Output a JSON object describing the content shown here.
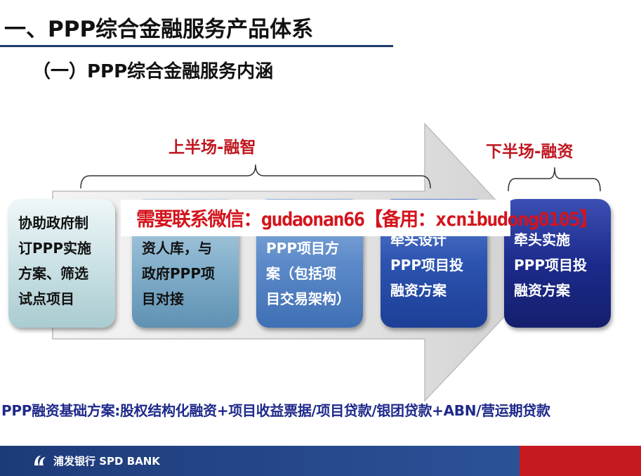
{
  "header": {
    "title": "一、PPP综合金融服务产品体系",
    "subtitle": "（一）PPP综合金融服务内涵"
  },
  "phases": {
    "first_half": "上半场-融智",
    "second_half": "下半场-融资"
  },
  "steps": [
    {
      "lines": [
        "协助政府制",
        "订PPP实施",
        "方案、筛选",
        "试点项目"
      ]
    },
    {
      "lines": [
        "",
        "资人库，与",
        "政府PPP项",
        "目对接"
      ]
    },
    {
      "lines": [
        "",
        "PPP项目方",
        "案（包括项",
        "目交易架构）"
      ]
    },
    {
      "lines": [
        "牵头设计",
        "PPP项目投",
        "融资方案"
      ]
    },
    {
      "lines": [
        "牵头实施",
        "PPP项目投",
        "融资方案"
      ]
    }
  ],
  "overlay_text": "需要联系微信：gudaonan66【备用：xcnibudong0105】",
  "basis_text": "PPP融资基础方案:股权结构化融资+项目收益票据/项目贷款/银团贷款+ABN/营运期贷款",
  "footer": {
    "bank_name": "浦发银行 SPD BANK"
  },
  "colors": {
    "title_rule": "#1f3b6e",
    "phase_red": "#c0161f",
    "basis_blue": "#1f2a8a",
    "footer_blue": "#1d3a78",
    "footer_red": "#c51a1f"
  }
}
